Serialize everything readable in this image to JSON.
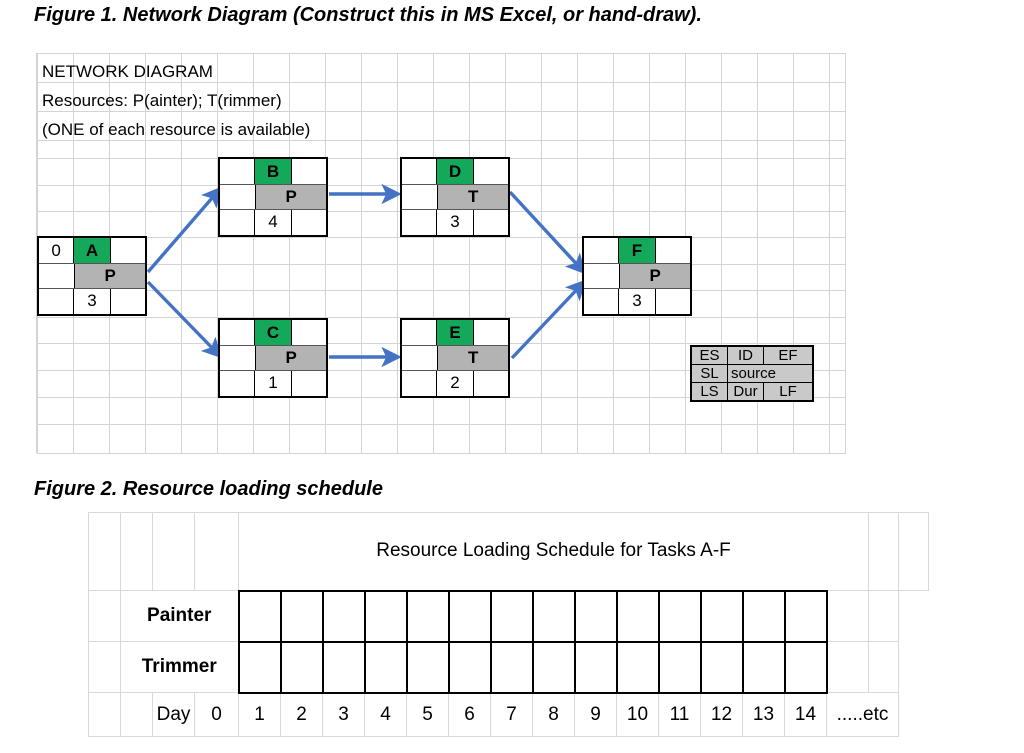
{
  "figures": {
    "fig1_caption": "Figure 1.  Network Diagram  (Construct this in MS Excel, or hand-draw).",
    "fig2_caption": "Figure 2. Resource loading schedule"
  },
  "diagram": {
    "header_lines": [
      "NETWORK DIAGRAM",
      "Resources: P(ainter); T(rimmer)",
      "(ONE of each resource is available)"
    ],
    "colors": {
      "id_green": "#14A85A",
      "resource_gray": "#B3B3B3",
      "legend_gray": "#C9C9C9",
      "arrow_blue": "#4472C4",
      "grid_line": "#D4D4D4"
    },
    "nodes": [
      {
        "id": "A",
        "es": "0",
        "ef": "",
        "resource": "P",
        "duration": "3"
      },
      {
        "id": "B",
        "es": "",
        "ef": "",
        "resource": "P",
        "duration": "4"
      },
      {
        "id": "C",
        "es": "",
        "ef": "",
        "resource": "P",
        "duration": "1"
      },
      {
        "id": "D",
        "es": "",
        "ef": "",
        "resource": "T",
        "duration": "3"
      },
      {
        "id": "E",
        "es": "",
        "ef": "",
        "resource": "T",
        "duration": "2"
      },
      {
        "id": "F",
        "es": "",
        "ef": "",
        "resource": "P",
        "duration": "3"
      }
    ],
    "edges": [
      "A-B",
      "A-C",
      "B-D",
      "C-E",
      "D-F",
      "E-F"
    ],
    "legend": {
      "row1": [
        "ES",
        "ID",
        "EF"
      ],
      "row2": [
        "SL",
        "source"
      ],
      "row3": [
        "LS",
        "Dur",
        "LF"
      ]
    }
  },
  "schedule": {
    "title": "Resource Loading Schedule for Tasks A-F",
    "rows": [
      {
        "label": "Painter"
      },
      {
        "label": "Trimmer"
      }
    ],
    "day_label": "Day",
    "day_zero": "0",
    "days": [
      "1",
      "2",
      "3",
      "4",
      "5",
      "6",
      "7",
      "8",
      "9",
      "10",
      "11",
      "12",
      "13",
      "14"
    ],
    "etc": ".....etc"
  }
}
